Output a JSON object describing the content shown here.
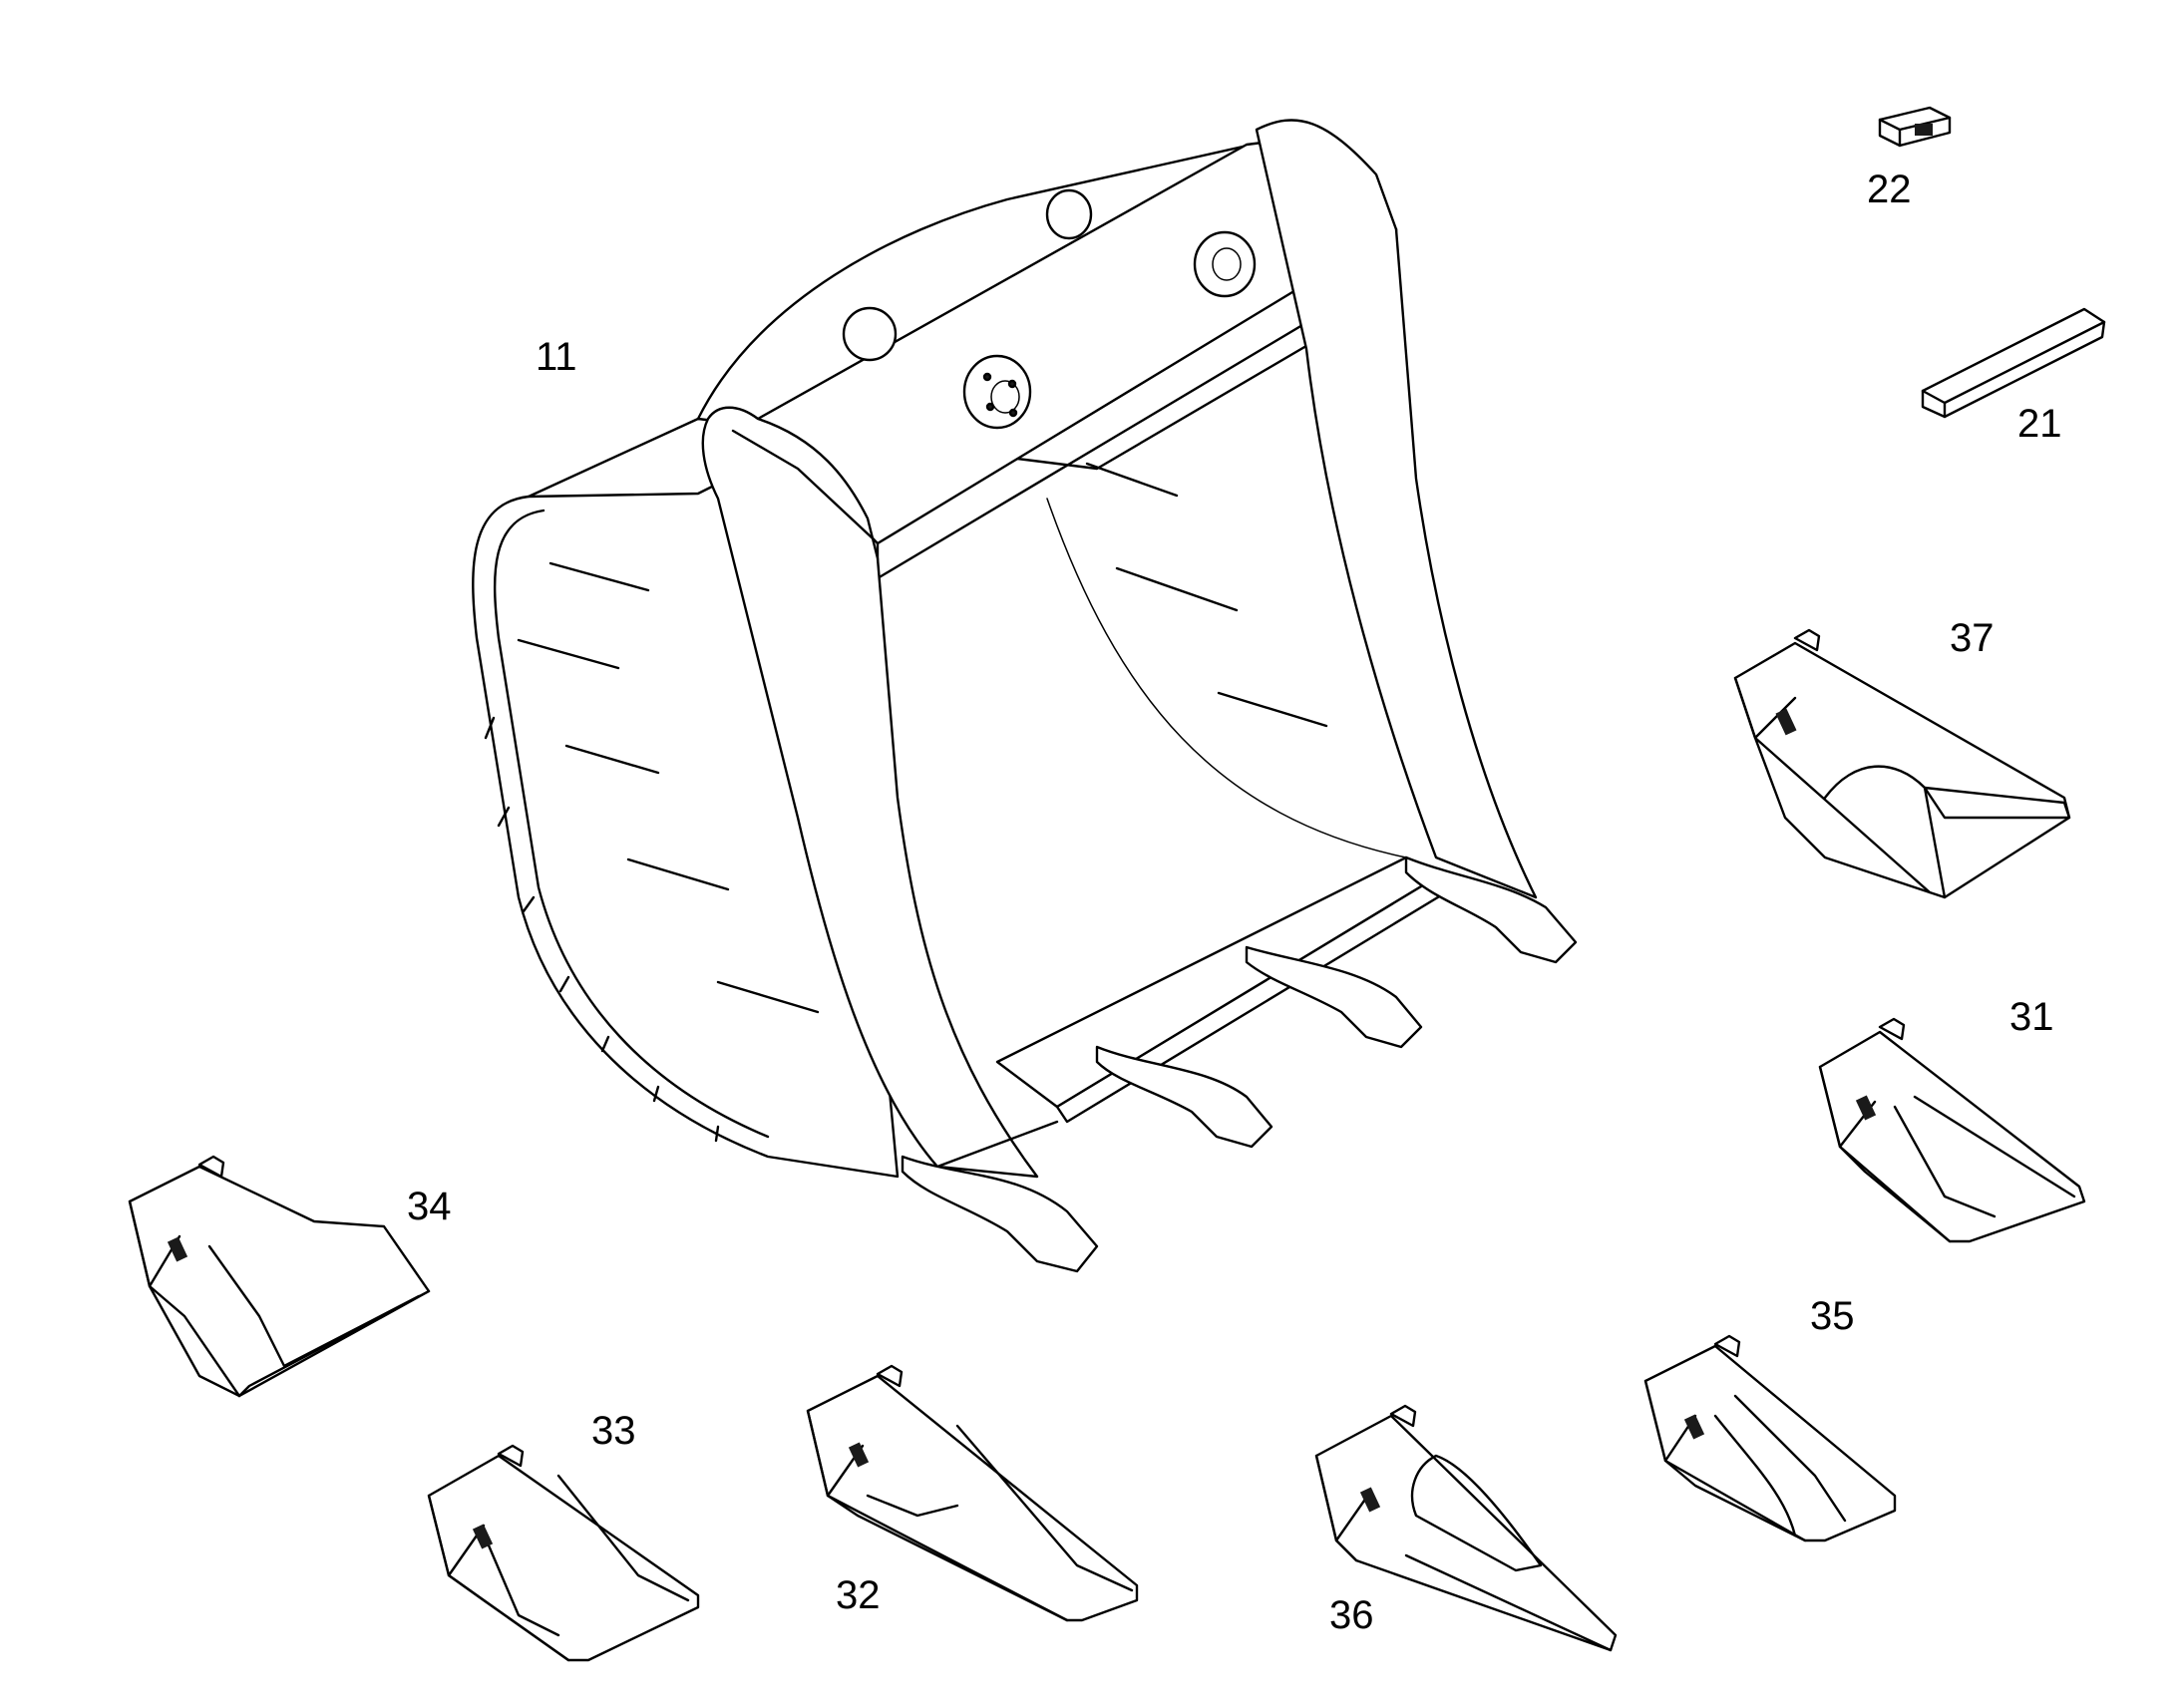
{
  "labels": {
    "bucket": "11",
    "side_cutter_small": "22",
    "wear_strip": "21",
    "tooth_37": "37",
    "tooth_31": "31",
    "tooth_34": "34",
    "tooth_35": "35",
    "tooth_33": "33",
    "tooth_32": "32",
    "tooth_36": "36"
  },
  "colors": {
    "line": "#000000",
    "background": "#ffffff"
  }
}
